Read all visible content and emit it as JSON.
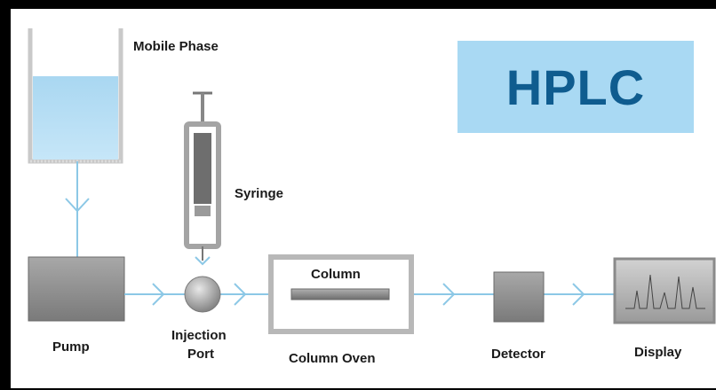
{
  "diagram": {
    "title": "HPLC",
    "labels": {
      "mobile_phase": "Mobile Phase",
      "syringe": "Syringe",
      "pump": "Pump",
      "injection_port_line1": "Injection",
      "injection_port_line2": "Port",
      "column": "Column",
      "column_oven": "Column Oven",
      "detector": "Detector",
      "display": "Display"
    },
    "colors": {
      "flow_line": "#8cc8e6",
      "liquid": "#b7def4",
      "title_bg": "#a9d9f3",
      "title_text": "#0f5c8f",
      "component_gray": "#8e8e8e"
    }
  }
}
